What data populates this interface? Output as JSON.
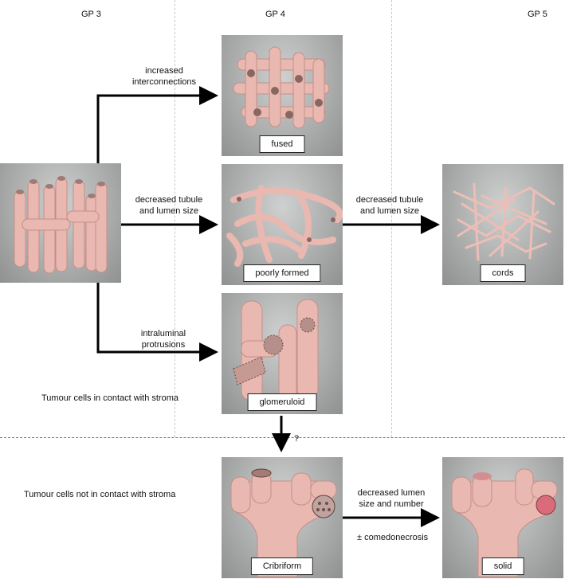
{
  "headers": {
    "gp3": "GP 3",
    "gp4": "GP 4",
    "gp5": "GP 5"
  },
  "arrows": {
    "increased_interconnections": "increased\ninterconnections",
    "decreased_tubule_1": "decreased tubule\nand lumen size",
    "decreased_tubule_2": "decreased tubule\nand lumen size",
    "intraluminal": "intraluminal\nprotrusions",
    "question": "?",
    "decreased_lumen": "decreased lumen\nsize and number",
    "comedonecrosis": "± comedonecrosis"
  },
  "regions": {
    "contact": "Tumour cells in contact with stroma",
    "no_contact": "Tumour cells not in contact with stroma"
  },
  "panels": {
    "fused": "fused",
    "poorly_formed": "poorly formed",
    "cords": "cords",
    "glomeruloid": "glomeruloid",
    "cribriform": "Cribriform",
    "solid": "solid"
  }
}
